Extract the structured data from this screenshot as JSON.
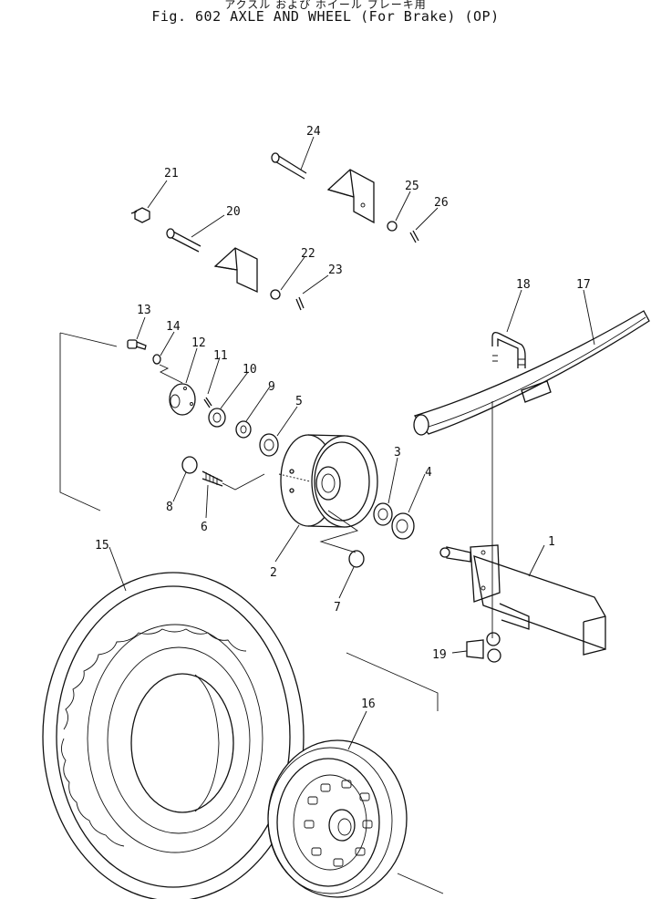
{
  "header": {
    "subtitle_jp": "アクスル および ホイール ブレーキ用",
    "title": "Fig. 602   AXLE AND WHEEL (For Brake) (OP)"
  },
  "callouts": {
    "c1": "1",
    "c2": "2",
    "c3": "3",
    "c4": "4",
    "c5": "5",
    "c6": "6",
    "c7": "7",
    "c8": "8",
    "c9": "9",
    "c10": "10",
    "c11": "11",
    "c12": "12",
    "c13": "13",
    "c14": "14",
    "c15": "15",
    "c16": "16",
    "c17": "17",
    "c18": "18",
    "c19": "19",
    "c20": "20",
    "c21": "21",
    "c22": "22",
    "c23": "23",
    "c24": "24",
    "c25": "25",
    "c26": "26"
  }
}
